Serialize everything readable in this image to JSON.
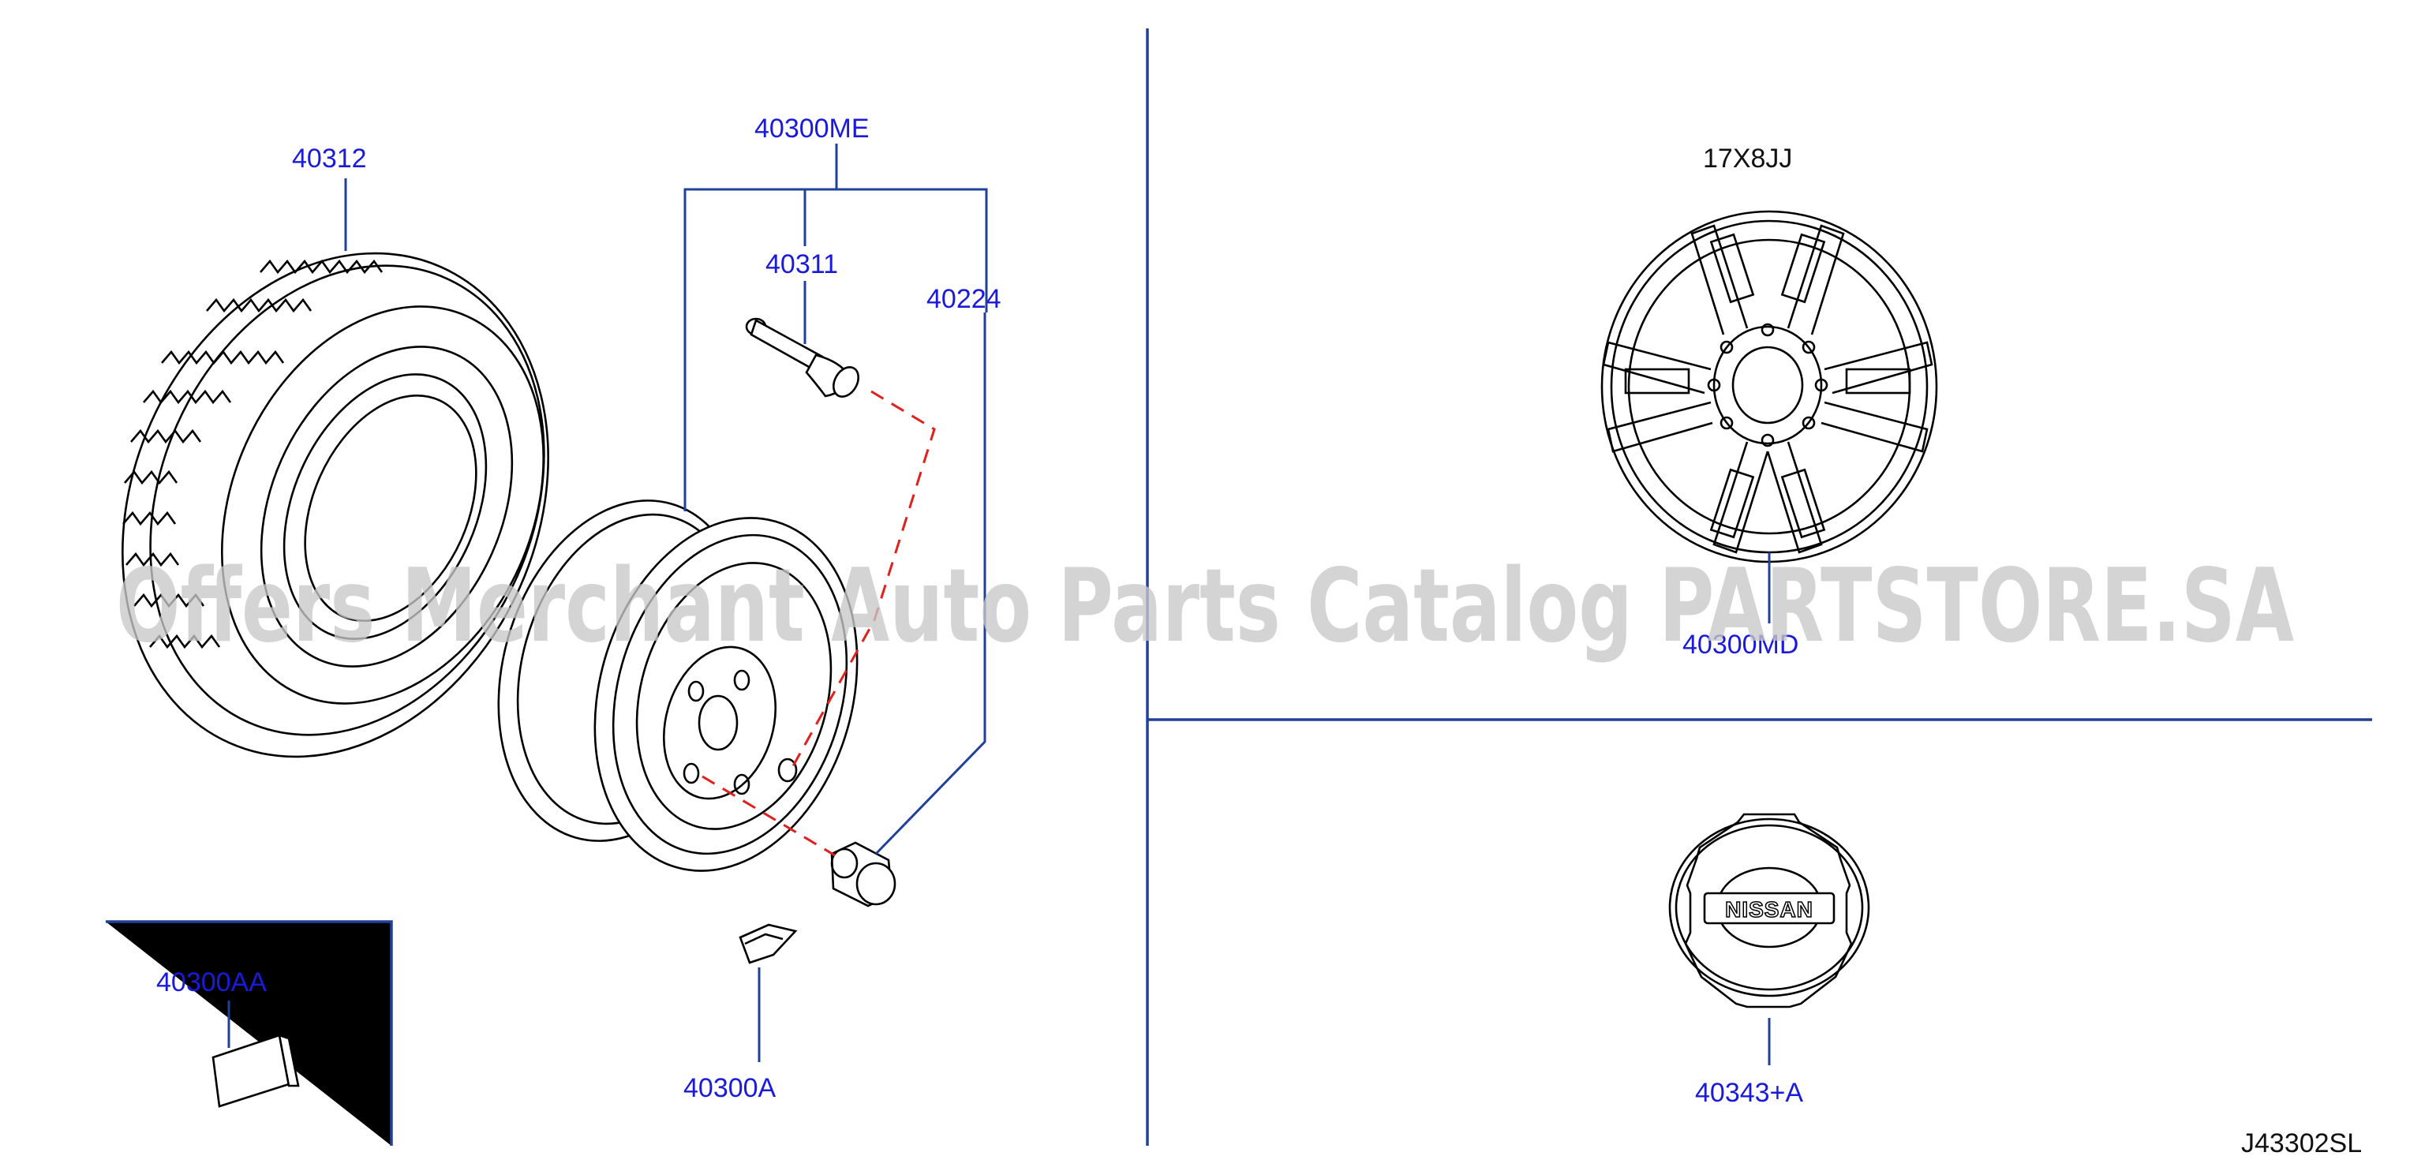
{
  "parts": {
    "tire": "40312",
    "wheel_assembly": "40300ME",
    "valve": "40311",
    "nut": "40224",
    "balance_weight_a": "40300A",
    "balance_weight_aa": "40300AA",
    "alloy_wheel": "40300MD",
    "center_cap": "40343+A"
  },
  "wheel_size": "17X8JJ",
  "cap_logo": "NISSAN",
  "diagram_code": "J43302SL",
  "watermark": "Offers Merchant Auto Parts Catalog PARTSTORE.SA",
  "colors": {
    "label": "#1a1adc",
    "leader": "#20409a",
    "dashed_link": "#e0201c",
    "watermark": "#c8c8c8"
  }
}
